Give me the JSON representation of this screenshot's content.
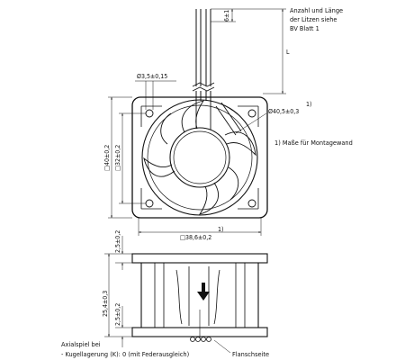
{
  "notes": {
    "wire_line1": "Anzahl und Länge",
    "wire_line2": "der Litzen siehe",
    "wire_line3": "BV Blatt 1",
    "mounting": "1) Maße für Montagewand",
    "axial_line1": "Axialspiel bei",
    "axial_line2": "- Kugellagerung (K): 0 (mit Federausgleich)",
    "flange": "Flanschseite"
  },
  "dimensions": {
    "strip_length": "6±1",
    "wire_length": "L",
    "hole_dia": "Ø3,5±0,15",
    "mount_dia": "Ø40,5±0,3",
    "mount_mark": "1)",
    "outer_size": "□40±0,2",
    "inner_size": "□32±0,2",
    "bottom_size": "□38,6±0,2",
    "bottom_mark": "1)",
    "flange_thickness": "2,5±0,2",
    "total_depth": "25,4±0,3",
    "rear_flange": "2,5±0,2"
  },
  "colors": {
    "line": "#111111",
    "background": "#ffffff"
  }
}
